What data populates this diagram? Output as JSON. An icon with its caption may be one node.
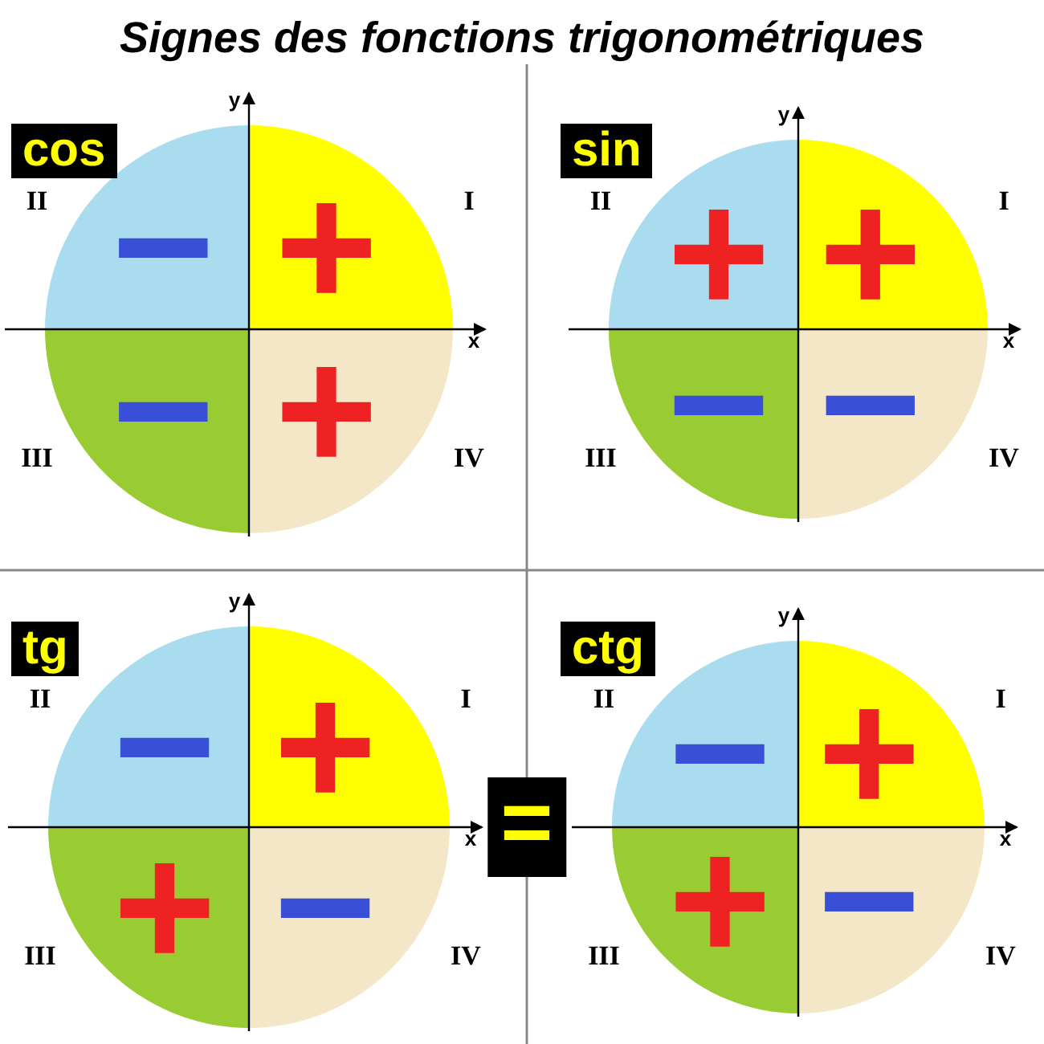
{
  "diagram": {
    "title": "Signes des fonctions trigonométriques",
    "labels": [
      "cos",
      "y",
      "II",
      "−",
      "+",
      "I",
      "x",
      "−",
      "+",
      "III",
      "IV",
      "sin",
      "y",
      "II",
      "+",
      "+",
      "I",
      "x",
      "−",
      "−",
      "III",
      "IV",
      "tg",
      "y",
      "II",
      "−",
      "+",
      "I",
      "x",
      "+",
      "−",
      "III",
      "IV",
      "=",
      "ctg",
      "y",
      "II",
      "−",
      "+",
      "I",
      "x",
      "+",
      "−",
      "III",
      "IV"
    ]
  }
}
